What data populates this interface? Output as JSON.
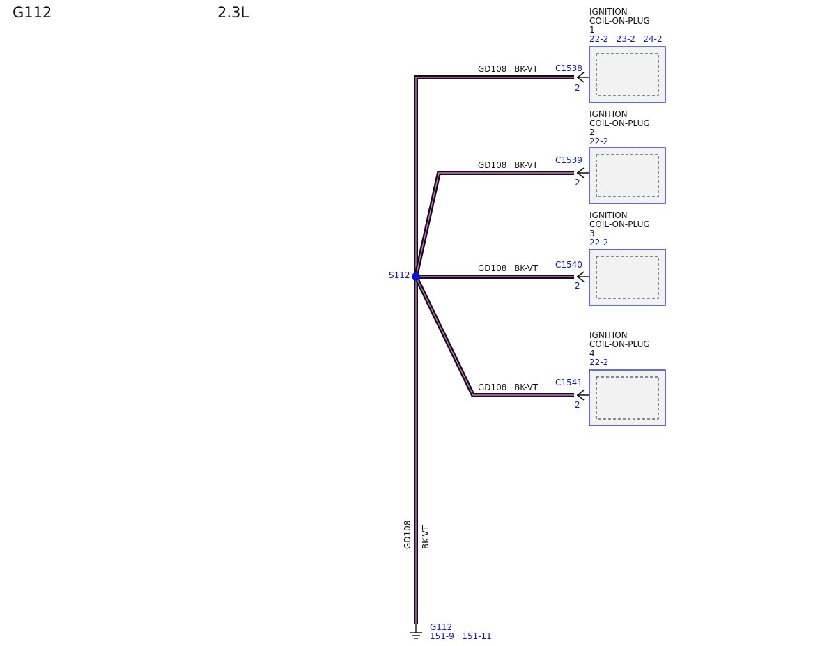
{
  "header": {
    "title": "G112",
    "engine": "2.3L"
  },
  "colors": {
    "wire_outer": "#111111",
    "wire_stripe": "#d070d0",
    "link": "#1010e0",
    "box_fill": "#f2f2f2"
  },
  "splice": {
    "label": "S112"
  },
  "ground": {
    "label": "G112",
    "refs": "151-9   151-11"
  },
  "trunk_wire": {
    "circuit": "GD108",
    "color": "BK-VT"
  },
  "components": [
    {
      "title": "IGNITION",
      "subtitle": "COIL-ON-PLUG",
      "num": "1",
      "refs": "22-2   23-2   24-2",
      "connector": "C1538",
      "pin": "2",
      "circuit": "GD108",
      "wire_color": "BK-VT"
    },
    {
      "title": "IGNITION",
      "subtitle": "COIL-ON-PLUG",
      "num": "2",
      "refs": "22-2",
      "connector": "C1539",
      "pin": "2",
      "circuit": "GD108",
      "wire_color": "BK-VT"
    },
    {
      "title": "IGNITION",
      "subtitle": "COIL-ON-PLUG",
      "num": "3",
      "refs": "22-2",
      "connector": "C1540",
      "pin": "2",
      "circuit": "GD108",
      "wire_color": "BK-VT"
    },
    {
      "title": "IGNITION",
      "subtitle": "COIL-ON-PLUG",
      "num": "4",
      "refs": "22-2",
      "connector": "C1541",
      "pin": "2",
      "circuit": "GD108",
      "wire_color": "BK-VT"
    }
  ]
}
